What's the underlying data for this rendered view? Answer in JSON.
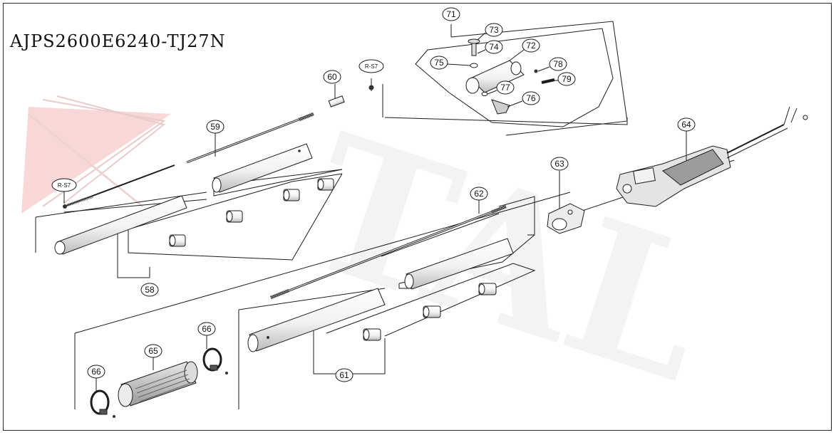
{
  "model_code": "AJPS2600E6240-TJ27N",
  "watermark": "TAL",
  "colors": {
    "line": "#1c1c1c",
    "part_fill": "#f4f4f4",
    "part_shade": "#c9c9c9",
    "watermark_red": "#e85a5a",
    "watermark_gray": "#d8d8d8"
  },
  "callouts": {
    "c58": "58",
    "c59": "59",
    "c60": "60",
    "c61": "61",
    "c62": "62",
    "c63": "63",
    "c64": "64",
    "c65": "65",
    "c66a": "66",
    "c66b": "66",
    "c71": "71",
    "c72": "72",
    "c73": "73",
    "c74": "74",
    "c75": "75",
    "c76": "76",
    "c77": "77",
    "c78": "78",
    "c79": "79",
    "rs7a": "R-S7",
    "rs7b": "R-S7"
  }
}
